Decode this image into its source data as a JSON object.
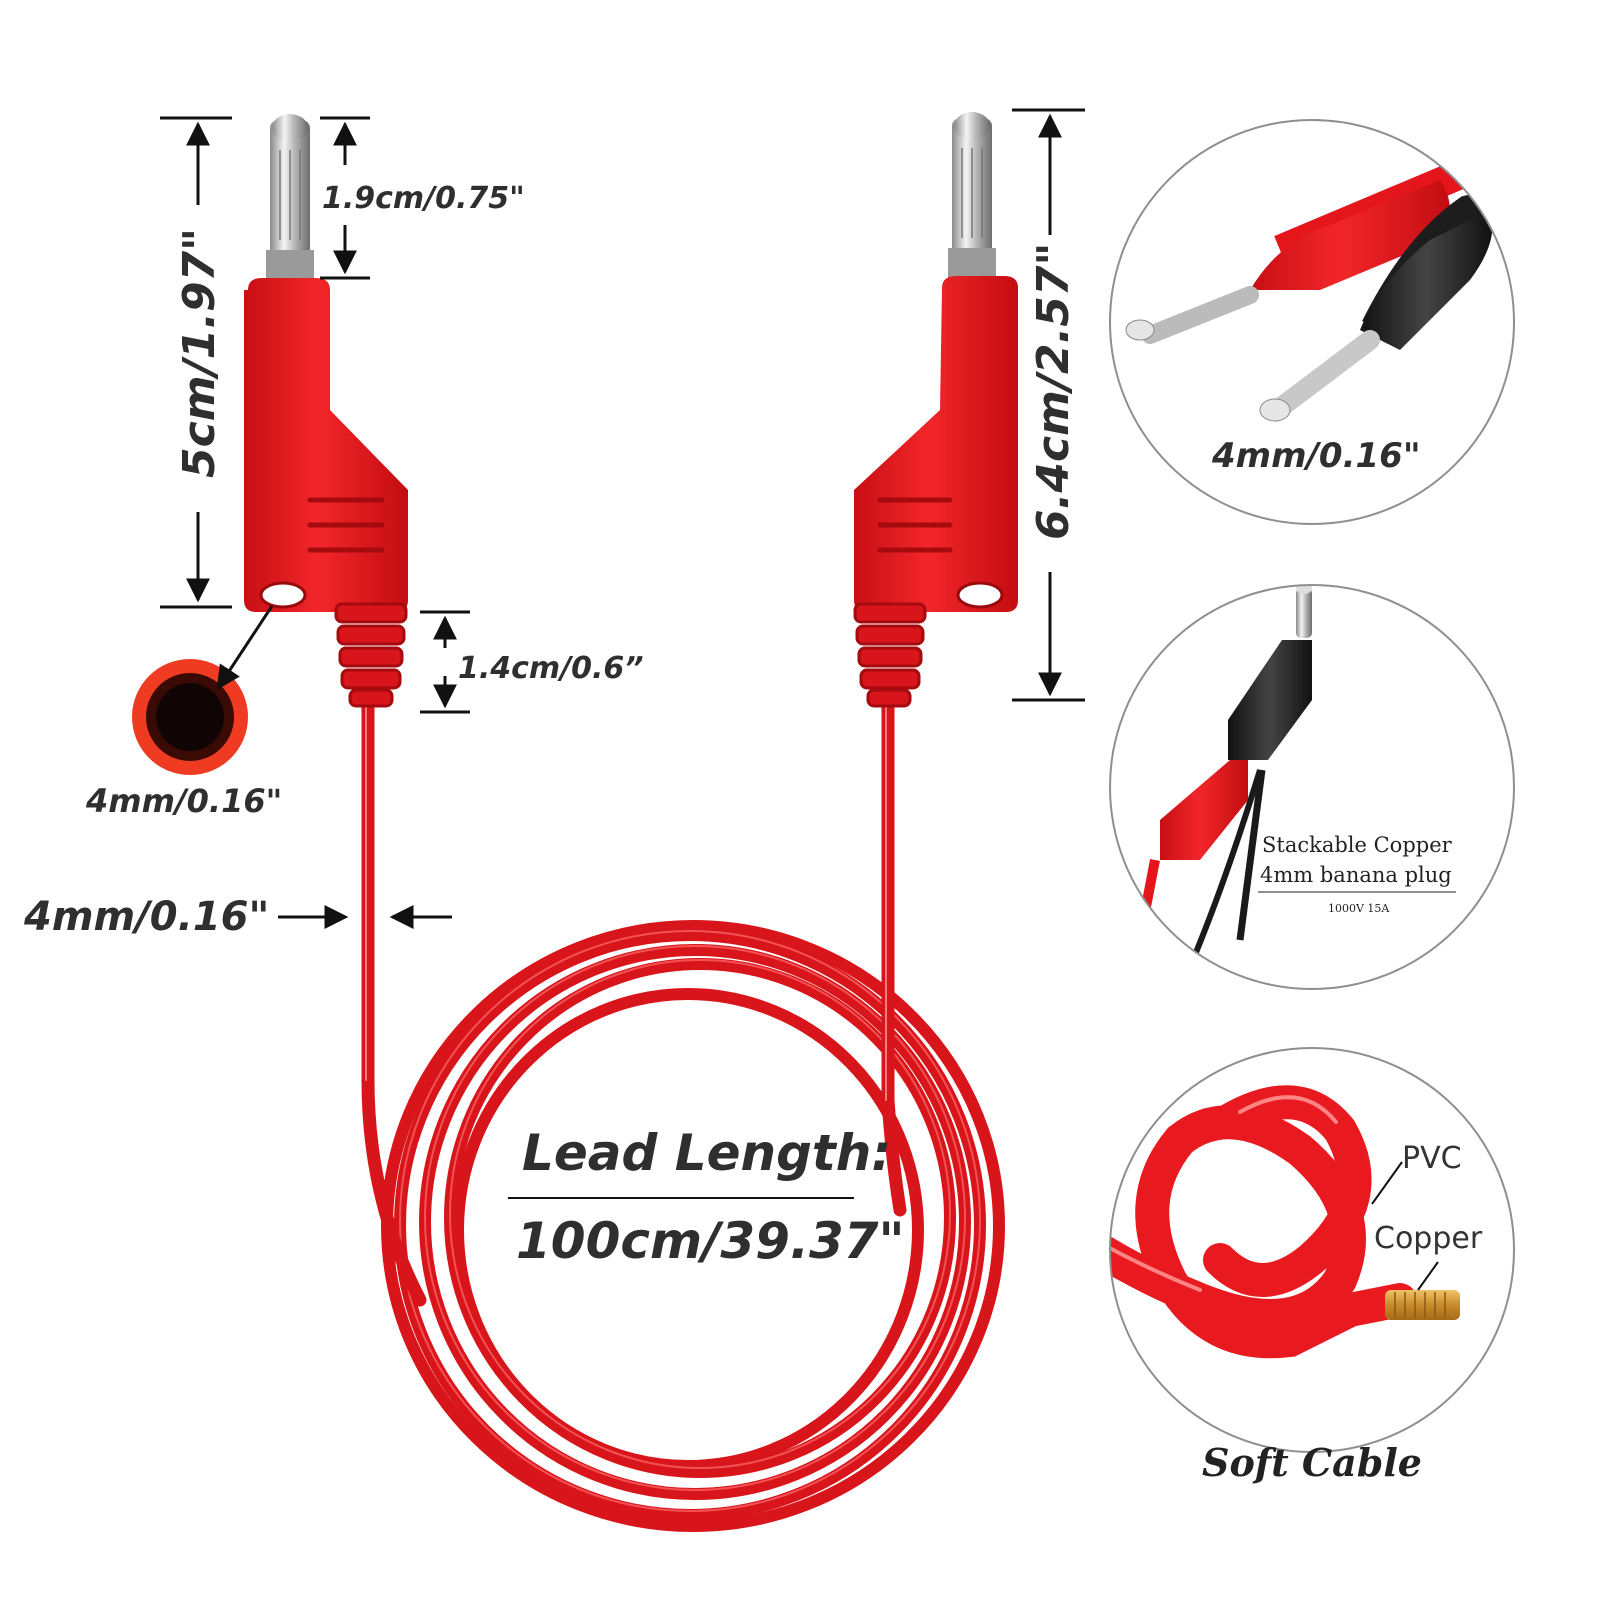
{
  "colors": {
    "plug_red": "#e8141b",
    "plug_red_dark": "#b30c10",
    "cable_red": "#e81a1f",
    "black_plug": "#1d1d1d",
    "metal": "#c9c9c9",
    "copper": "#d6a040",
    "text": "#2f2f2f"
  },
  "dimensions": {
    "tip_length": "1.9cm/0.75\"",
    "left_plug_length": "5cm/1.97\"",
    "right_plug_length": "6.4cm/2.57\"",
    "strain_relief": "1.4cm/0.6”",
    "socket_diameter": "4mm/0.16\"",
    "cable_diameter": "4mm/0.16\"",
    "pin_diameter": "4mm/0.16\""
  },
  "lead_length": {
    "label": "Lead Length:",
    "value": "100cm/39.37\""
  },
  "callouts": {
    "stackable_line1": "Stackable Copper",
    "stackable_line2": "4mm banana plug",
    "rating": "1000V 15A",
    "pvc_label": "PVC",
    "copper_label": "Copper",
    "soft_cable": "Soft Cable"
  }
}
